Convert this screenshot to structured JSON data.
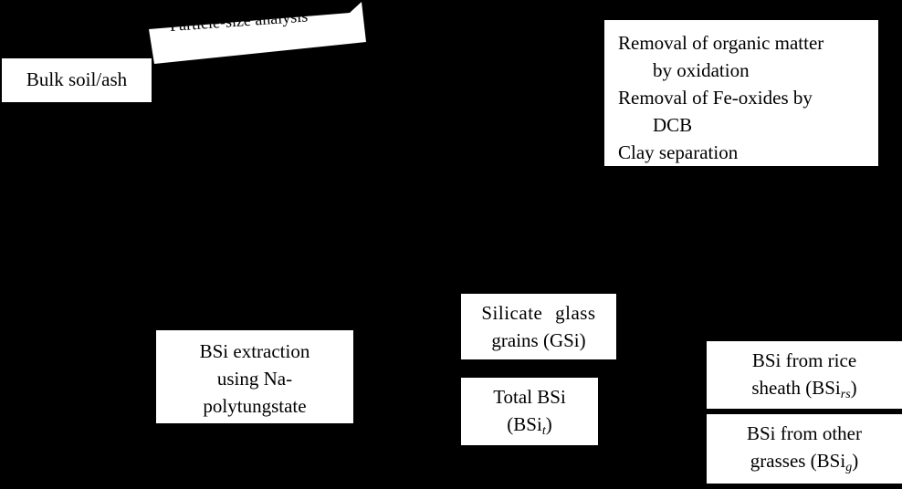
{
  "bulk": {
    "label": "Bulk soil/ash"
  },
  "particle_size": {
    "label": "Particle-size analysis"
  },
  "pretreatment": {
    "items": [
      {
        "line1": "Removal of organic matter",
        "line2": "by oxidation"
      },
      {
        "line1": "Removal of Fe-oxides by",
        "line2": "DCB"
      },
      {
        "line1": "Clay separation"
      }
    ]
  },
  "extraction": {
    "line1": "BSi extraction",
    "line2": "using Na-",
    "line3": "polytungstate"
  },
  "glass": {
    "line1": "Silicate glass",
    "line2": "grains (GSi)"
  },
  "total": {
    "line1": "Total BSi",
    "prefix": "(BSi",
    "subscript": "t",
    "suffix": ")"
  },
  "rice": {
    "line1": "BSi from rice",
    "prefix": "sheath (BSi",
    "subscript": "rs",
    "suffix": ")"
  },
  "grasses": {
    "line1": "BSi from other",
    "prefix": "grasses (BSi",
    "subscript": "g",
    "suffix": ")"
  },
  "colors": {
    "background": "#000000",
    "box": "#ffffff",
    "text": "#000000"
  }
}
